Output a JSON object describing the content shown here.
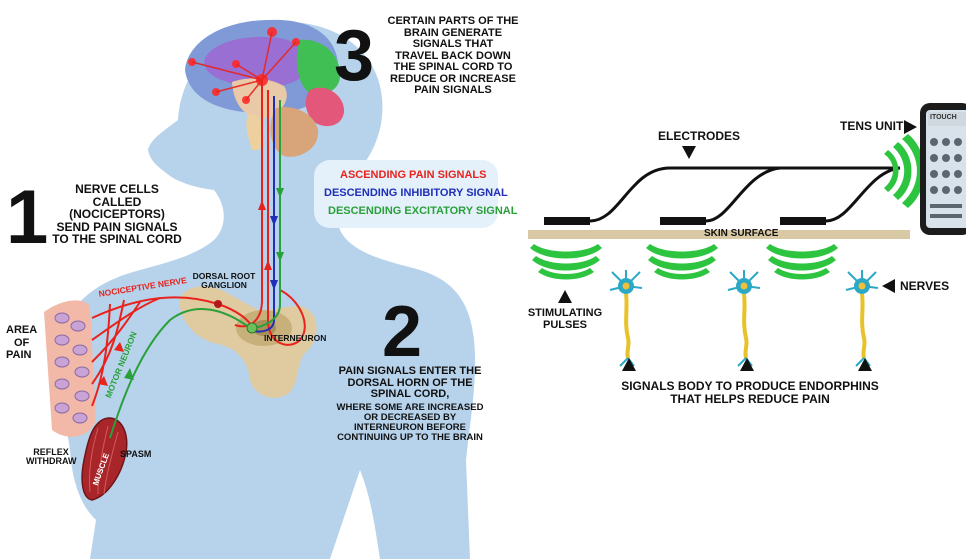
{
  "left_panel": {
    "step1": {
      "number": "1",
      "text_lines": [
        "NERVE CELLS",
        "CALLED",
        "(NOCICEPTORS)",
        "SEND PAIN SIGNALS",
        "TO THE SPINAL CORD"
      ]
    },
    "step2": {
      "number": "2",
      "text_lines": [
        "PAIN SIGNALS ENTER THE",
        "DORSAL HORN OF THE",
        "SPINAL CORD,",
        "WHERE SOME ARE INCREASED",
        "OR DECREASED BY",
        "INTERNEURON BEFORE",
        "CONTINUING UP TO THE BRAIN"
      ]
    },
    "step3": {
      "number": "3",
      "text_lines": [
        "CERTAIN PARTS OF THE",
        "BRAIN GENERATE",
        "SIGNALS THAT",
        "TRAVEL BACK DOWN",
        "THE SPINAL CORD TO",
        "REDUCE OR INCREASE",
        "PAIN SIGNALS"
      ]
    },
    "legend": {
      "ascending": {
        "label": "ASCENDING PAIN SIGNALS",
        "color": "#e8231d"
      },
      "inhibitory": {
        "label": "DESCENDING INHIBITORY SIGNAL",
        "color": "#1f2fb8"
      },
      "excitatory": {
        "label": "DESCENDING EXCITATORY SIGNAL",
        "color": "#2aa03a"
      }
    },
    "labels": {
      "area_of_pain": [
        "AREA",
        "OF",
        "PAIN"
      ],
      "nociceptive_nerve": "NOCICEPTIVE NERVE",
      "motor_neuron": "MOTOR NEURON",
      "dorsal_root_ganglion": [
        "DORSAL ROOT",
        "GANGLION"
      ],
      "interneuron": "INTERNEURON",
      "reflex_withdraw": [
        "REFLEX",
        "WITHDRAW"
      ],
      "muscle": "MUSCLE",
      "spasm": "SPASM"
    },
    "colors": {
      "body": "#b7d3ec",
      "muscle": "#a8262a",
      "skin_cells": "#f2b9a9"
    }
  },
  "right_panel": {
    "electrodes_label": "ELECTRODES",
    "tens_unit_label": "TENS UNIT",
    "tens_screen_text": "iTOUCH",
    "skin_surface_label": "SKIN SURFACE",
    "stimulating_pulses_label": [
      "STIMULATING",
      "PULSES"
    ],
    "nerves_label": "NERVES",
    "endorphins_label": [
      "SIGNALS BODY TO PRODUCE ENDORPHINS",
      "THAT HELPS REDUCE PAIN"
    ],
    "colors": {
      "skin": "#d8c9a4",
      "pulse": "#2dc43f",
      "neuron_body": "#2aa8c6",
      "axon": "#e7c229"
    }
  }
}
